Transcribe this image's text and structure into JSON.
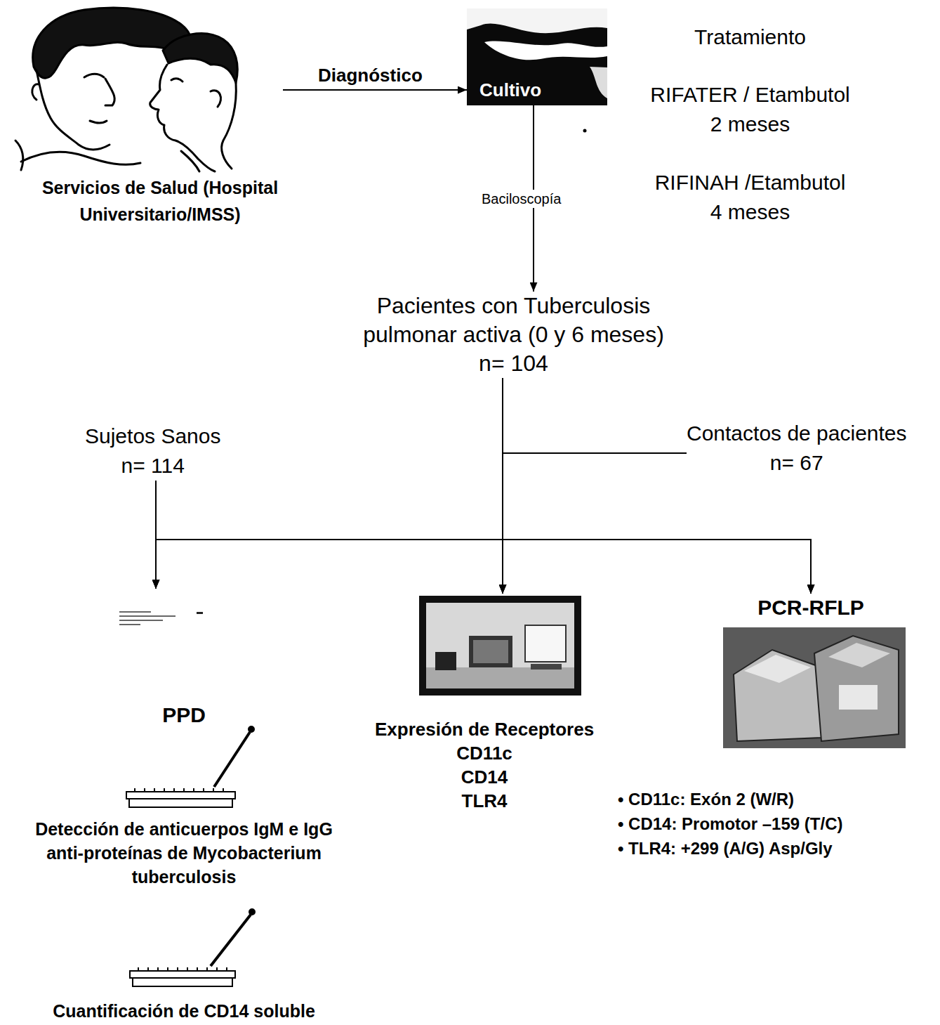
{
  "diagram": {
    "nodes": [
      {
        "text": [
          "Servicios de Salud (Hospital Universitario/IMSS)"
        ]
      },
      {
        "text": [
          "Cultivo"
        ]
      },
      {
        "text": [
          "Tratamiento",
          "RIFATER / Etambutol 2 meses",
          "RIFINAH /Etambutol 4 meses"
        ]
      },
      {
        "text": [
          "Pacientes con Tuberculosis pulmonar activa (0 y 6 meses)",
          "n= 104"
        ]
      },
      {
        "text": [
          "Sujetos Sanos",
          "n= 114"
        ]
      },
      {
        "text": [
          "Contactos de pacientes",
          "n= 67"
        ]
      },
      {
        "text": [
          "PPD",
          "Detección de anticuerpos IgM e IgG anti-proteínas de Mycobacterium tuberculosis",
          "Cuantificación de CD14 soluble"
        ]
      },
      {
        "text": [
          "Expresión de Receptores",
          "CD11c",
          "CD14",
          "TLR4"
        ]
      },
      {
        "text": [
          "PCR-RFLP",
          "• CD11c: Exón 2 (W/R)",
          "• CD14: Promotor –159 (T/C)",
          "• TLR4: +299 (A/G) Asp/Gly"
        ]
      }
    ],
    "edges": [
      {
        "from": 0,
        "to": 1,
        "label": "Diagnóstico",
        "arrow": "to"
      },
      {
        "from": 1,
        "to": 3,
        "label": "Baciloscopía",
        "arrow": "to"
      },
      {
        "from": 4,
        "to": 6,
        "arrow": "to"
      },
      {
        "from": 4,
        "to": 7,
        "arrow": "to"
      },
      {
        "from": 4,
        "to": 8,
        "arrow": "to"
      },
      {
        "from": 3,
        "to": 6,
        "arrow": "to"
      },
      {
        "from": 3,
        "to": 7,
        "arrow": "to"
      },
      {
        "from": 3,
        "to": 8,
        "arrow": "to"
      },
      {
        "from": 5,
        "to": 6,
        "arrow": "to"
      },
      {
        "from": 5,
        "to": 7,
        "arrow": "to"
      },
      {
        "from": 5,
        "to": 8,
        "arrow": "to"
      }
    ]
  }
}
